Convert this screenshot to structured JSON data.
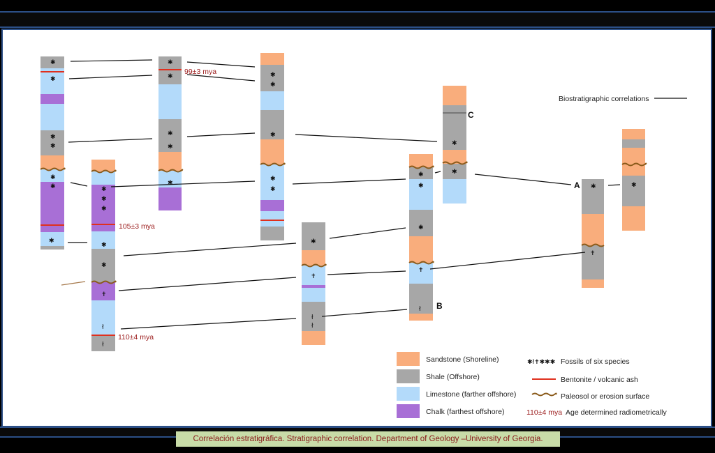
{
  "labels": {
    "dates": [
      "99±3 mya",
      "105±3 mya",
      "110±4 mya"
    ],
    "points": [
      "A",
      "B",
      "C"
    ]
  },
  "legend": {
    "sandstone": "Sandstone (Shoreline)",
    "shale": "Shale (Offshore)",
    "limestone": "Limestone (farther offshore)",
    "chalk": "Chalk (farthest offshore)",
    "fossils": "Fossils of six species",
    "bentonite": "Bentonite / volcanic ash",
    "paleosol": "Paleosol or erosion surface",
    "age_value": "110±4 mya",
    "age_text": "Age determined radiometrically",
    "biostrat": "Biostratigraphic correlations",
    "fossil_glyphs": "✱ł✝✱✱✱"
  },
  "caption": "Correlación estratigráfica. Stratigraphic correlation. Department of Geology –University of Georgia.",
  "colors": {
    "sandstone": "#f9ad7c",
    "shale": "#a7a7a7",
    "limestone": "#b3dafa",
    "chalk": "#a86fd6",
    "bentonite": "#e0301e",
    "paleosol": "#8a5a1a"
  }
}
